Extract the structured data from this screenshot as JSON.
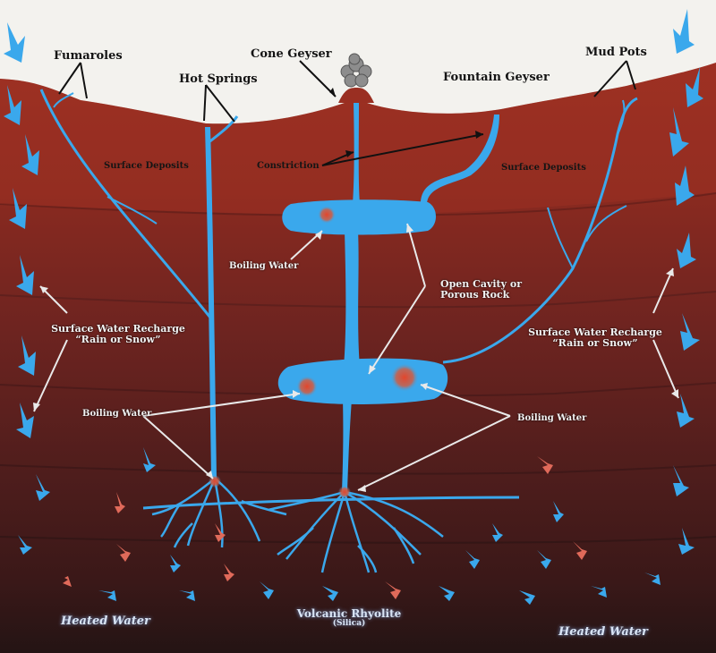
{
  "labels": {
    "fumaroles": "Fumaroles",
    "cone_geyser": "Cone Geyser",
    "hot_springs": "Hot Springs",
    "fountain_geyser": "Fountain Geyser",
    "mud_pots": "Mud Pots",
    "surface_deposits_left": "Surface Deposits",
    "surface_deposits_right": "Surface Deposits",
    "constriction": "Constriction",
    "boiling_water_upper": "Boiling Water",
    "open_cavity_line1": "Open Cavity or",
    "open_cavity_line2": "Porous Rock",
    "recharge_left_line1": "Surface Water Recharge",
    "recharge_left_line2": "“Rain or Snow”",
    "recharge_right_line1": "Surface Water Recharge",
    "recharge_right_line2": "“Rain or Snow”",
    "boiling_water_left": "Boiling Water",
    "boiling_water_right": "Boiling Water",
    "heated_water_left": "Heated Water",
    "volcanic_rhyolite": "Volcanic Rhyolite",
    "silica": "(Silica)",
    "heated_water_right": "Heated Water"
  },
  "colors": {
    "sky": "#f3f2ee",
    "water": "#3aa8ec",
    "hot_spot": "#e24a2e",
    "crust_top": "#8f2a20",
    "crust_bottom": "#3a1717",
    "label_dark": "#141414",
    "label_light": "#f2f2f2"
  }
}
